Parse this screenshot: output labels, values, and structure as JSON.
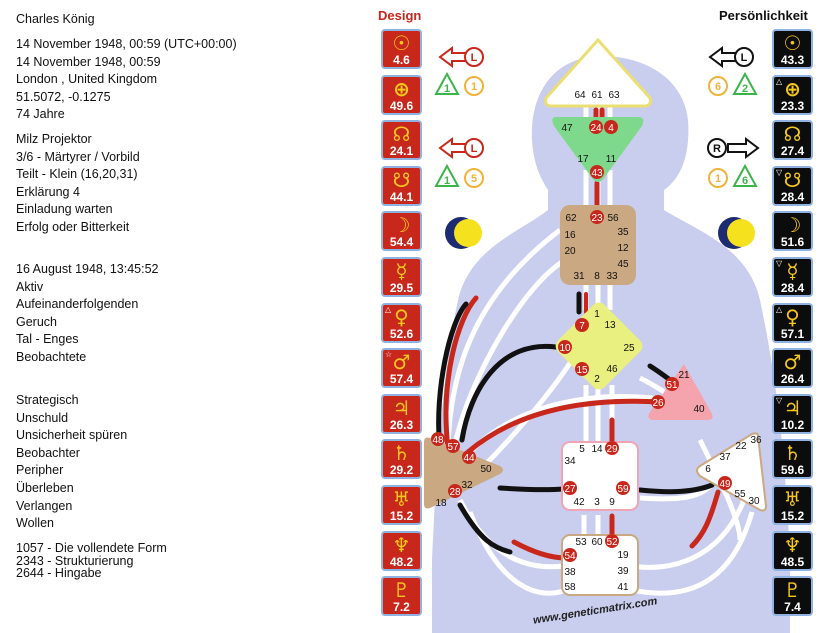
{
  "person": {
    "name": "Charles König",
    "birth_utc": "14 November 1948, 00:59 (UTC+00:00)",
    "birth_local": "14 November 1948, 00:59",
    "place": "London , United Kingdom",
    "coords": "51.5072, -0.1275",
    "age": "74 Jahre"
  },
  "profile": {
    "type": "Milz Projektor",
    "profile": "3/6 - Märtyrer / Vorbild",
    "definition": "Teilt - Klein (16,20,31)",
    "authority": "Erklärung 4",
    "strategy": "Einladung warten",
    "signature": "Erfolg oder Bitterkeit"
  },
  "design_info": {
    "date": "16 August 1948, 13:45:52",
    "items": [
      "Aktiv",
      "Aufeinanderfolgenden",
      "Geruch",
      "Tal - Enges",
      "Beobachtete"
    ]
  },
  "variables": [
    "Strategisch",
    "Unschuld",
    "Unsicherheit spüren",
    "Beobachter",
    "Peripher",
    "Überleben",
    "Verlangen",
    "Wollen"
  ],
  "crosses": [
    "1057 - Die vollendete Form",
    "2343 - Strukturierung",
    "2644 - Hingabe"
  ],
  "design_title": "Design",
  "personality_title": "Persönlichkeit",
  "design_planets": [
    {
      "glyph": "☉",
      "value": "4.6",
      "mark": ""
    },
    {
      "glyph": "⊕",
      "value": "49.6",
      "mark": ""
    },
    {
      "glyph": "☊",
      "value": "24.1",
      "mark": ""
    },
    {
      "glyph": "☋",
      "value": "44.1",
      "mark": ""
    },
    {
      "glyph": "☽",
      "value": "54.4",
      "mark": ""
    },
    {
      "glyph": "☿",
      "value": "29.5",
      "mark": ""
    },
    {
      "glyph": "♀",
      "value": "52.6",
      "mark": "△"
    },
    {
      "glyph": "♂",
      "value": "57.4",
      "mark": "☆"
    },
    {
      "glyph": "♃",
      "value": "26.3",
      "mark": ""
    },
    {
      "glyph": "♄",
      "value": "29.2",
      "mark": ""
    },
    {
      "glyph": "♅",
      "value": "15.2",
      "mark": ""
    },
    {
      "glyph": "♆",
      "value": "48.2",
      "mark": ""
    },
    {
      "glyph": "♇",
      "value": "7.2",
      "mark": ""
    }
  ],
  "personality_planets": [
    {
      "glyph": "☉",
      "value": "43.3",
      "mark": ""
    },
    {
      "glyph": "⊕",
      "value": "23.3",
      "mark": "△"
    },
    {
      "glyph": "☊",
      "value": "27.4",
      "mark": ""
    },
    {
      "glyph": "☋",
      "value": "28.4",
      "mark": "▽"
    },
    {
      "glyph": "☽",
      "value": "51.6",
      "mark": ""
    },
    {
      "glyph": "☿",
      "value": "28.4",
      "mark": "▽"
    },
    {
      "glyph": "♀",
      "value": "57.1",
      "mark": "△"
    },
    {
      "glyph": "♂",
      "value": "26.4",
      "mark": ""
    },
    {
      "glyph": "♃",
      "value": "10.2",
      "mark": "▽"
    },
    {
      "glyph": "♄",
      "value": "59.6",
      "mark": ""
    },
    {
      "glyph": "♅",
      "value": "15.2",
      "mark": ""
    },
    {
      "glyph": "♆",
      "value": "48.5",
      "mark": ""
    },
    {
      "glyph": "♇",
      "value": "7.4",
      "mark": ""
    }
  ],
  "arrows": {
    "design_top": {
      "letter": "L",
      "a": "1",
      "b": "1"
    },
    "design_bottom": {
      "letter": "L",
      "a": "1",
      "b": "5"
    },
    "pers_top": {
      "letter": "L",
      "a": "6",
      "b": "2"
    },
    "pers_bottom": {
      "letter": "R",
      "a": "1",
      "b": "6"
    }
  },
  "gates": {
    "head": [
      "64",
      "61",
      "63"
    ],
    "ajna": [
      "47",
      "24",
      "4",
      "17",
      "11",
      "43"
    ],
    "throat": [
      "62",
      "23",
      "56",
      "16",
      "35",
      "20",
      "12",
      "45",
      "31",
      "8",
      "33"
    ],
    "g": [
      "1",
      "7",
      "13",
      "10",
      "25",
      "15",
      "46",
      "2"
    ],
    "heart": [
      "21",
      "51",
      "26",
      "40"
    ],
    "spleen": [
      "48",
      "57",
      "44",
      "50",
      "32",
      "28",
      "18"
    ],
    "sacral": [
      "5",
      "14",
      "29",
      "34",
      "27",
      "59",
      "42",
      "3",
      "9"
    ],
    "esp": [
      "22",
      "36",
      "37",
      "6",
      "49",
      "55",
      "30"
    ],
    "root": [
      "53",
      "60",
      "52",
      "54",
      "19",
      "38",
      "39",
      "58",
      "41"
    ]
  },
  "watermark": "www.geneticmatrix.com",
  "colors": {
    "design_red": "#c8271c",
    "personality_black": "#0c0c0c",
    "body": "#c9cdee",
    "gold": "#f4c71b"
  }
}
